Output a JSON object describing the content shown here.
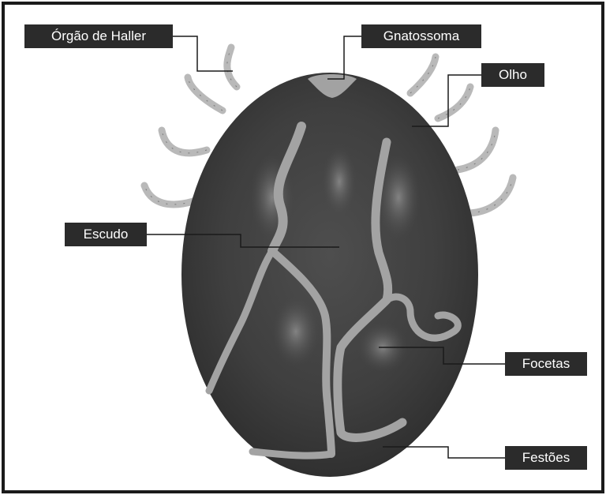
{
  "labels": {
    "orgao_de_haller": "Órgão de Haller",
    "gnatossoma": "Gnatossoma",
    "olho": "Olho",
    "escudo": "Escudo",
    "focetas": "Focetas",
    "festoes": "Festões"
  }
}
